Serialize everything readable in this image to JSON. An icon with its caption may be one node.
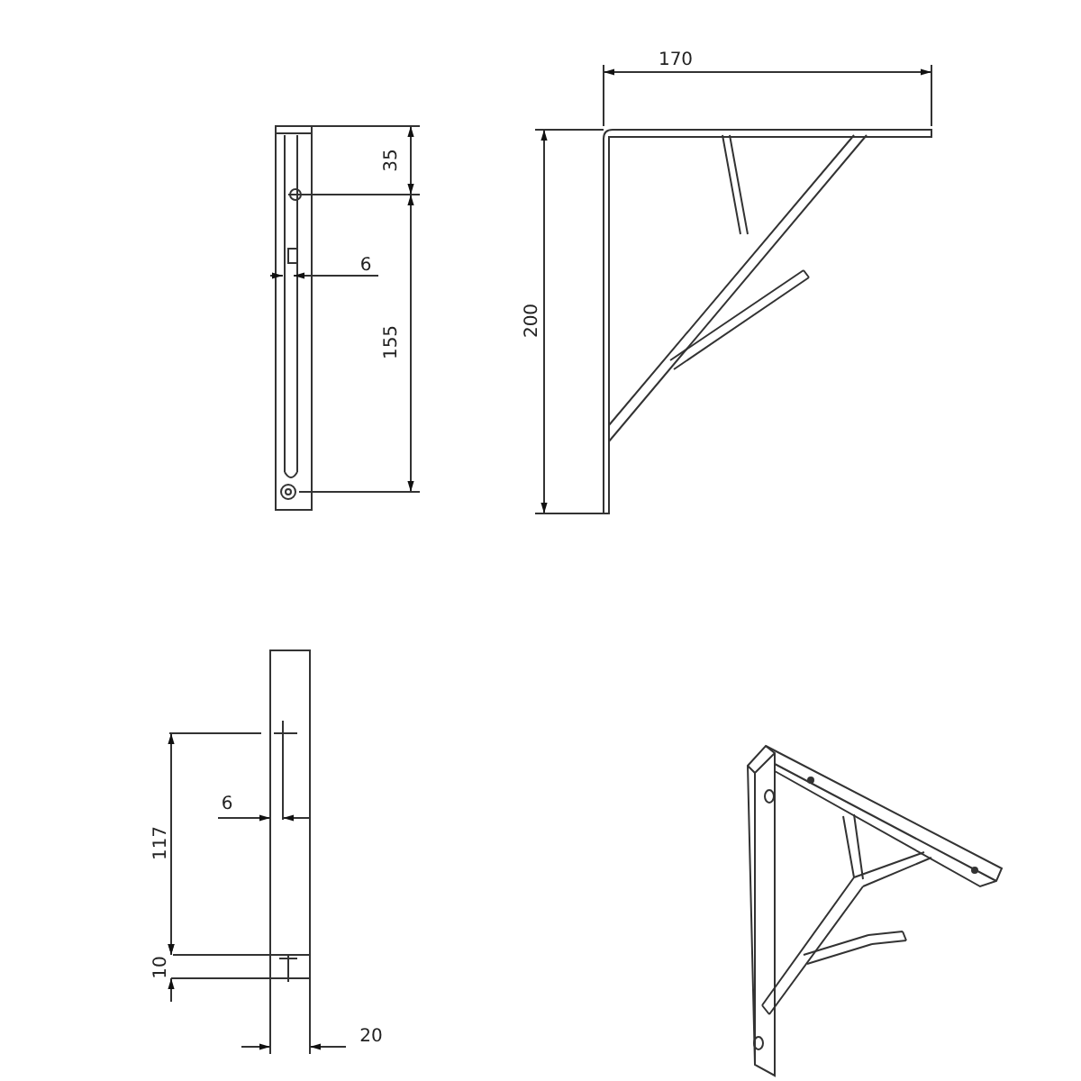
{
  "diagram": {
    "labels": [
      "35",
      "6",
      "155",
      "170",
      "200",
      "6",
      "117",
      "10",
      "20"
    ]
  }
}
